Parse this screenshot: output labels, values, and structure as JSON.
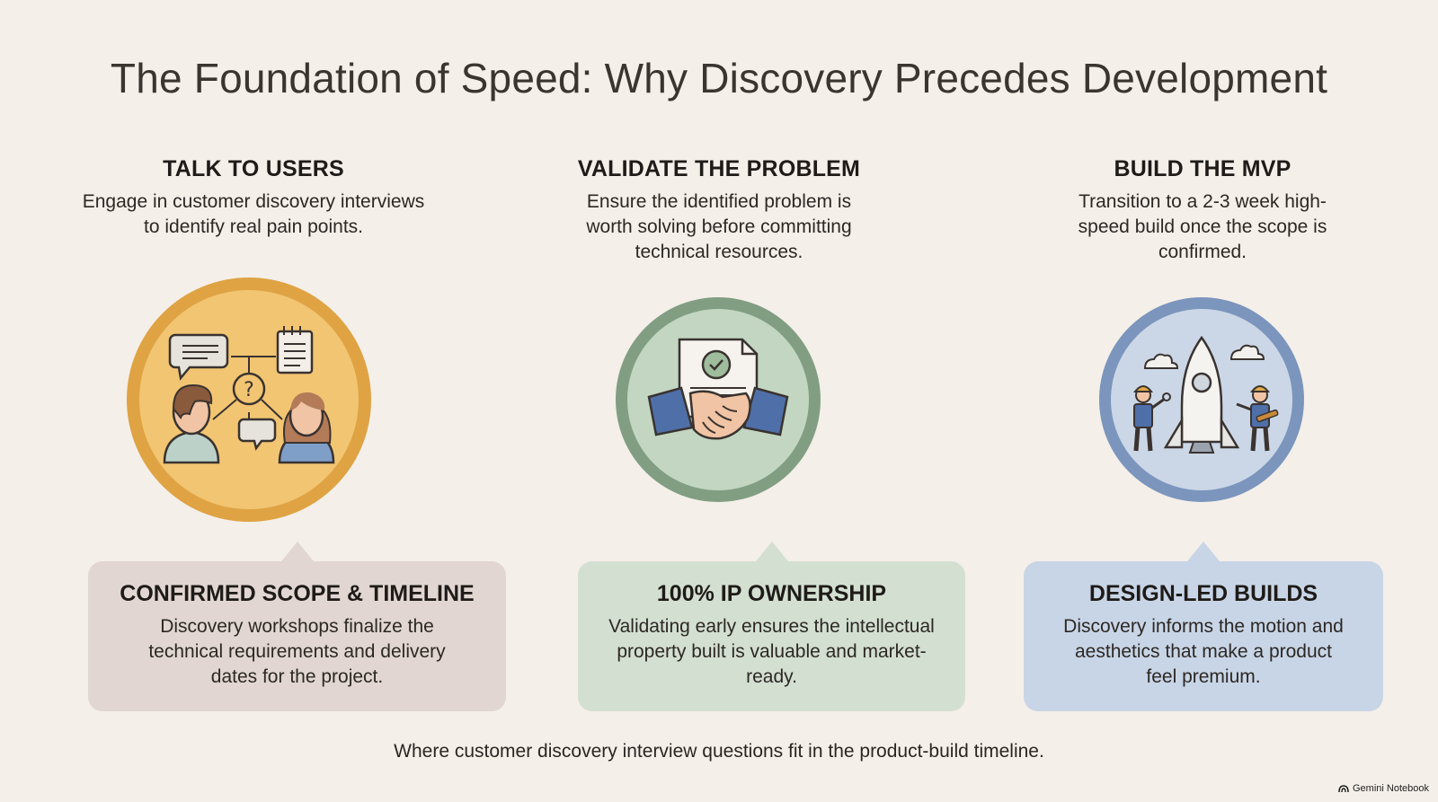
{
  "title": "The Foundation of Speed: Why Discovery Precedes Development",
  "columns": [
    {
      "heading": "TALK TO USERS",
      "text": "Engage in customer discovery interviews to identify real pain points.",
      "icon": "user-interview-icon",
      "circle_color": "#edb550"
    },
    {
      "heading": "VALIDATE THE PROBLEM",
      "text": "Ensure the identified problem is worth solving before committing technical resources.",
      "icon": "handshake-document-icon",
      "circle_color": "#8fac8f"
    },
    {
      "heading": "BUILD THE MVP",
      "text": "Transition to a 2-3 week high-speed build once the scope is confirmed.",
      "icon": "rocket-builders-icon",
      "circle_color": "#8aa3c6"
    }
  ],
  "cards": [
    {
      "heading": "CONFIRMED SCOPE & TIMELINE",
      "text": "Discovery workshops finalize the technical requirements and delivery dates for the project.",
      "color": "#e1d6d1"
    },
    {
      "heading": "100% IP OWNERSHIP",
      "text": "Validating early ensures the intellectual property built is valuable and market-ready.",
      "color": "#d3dfd1"
    },
    {
      "heading": "DESIGN-LED BUILDS",
      "text": "Discovery informs the motion and aesthetics that make a product feel premium.",
      "color": "#c8d5e6"
    }
  ],
  "footer": "Where customer discovery interview questions fit in the product-build timeline.",
  "brand": "Gemini Notebook"
}
